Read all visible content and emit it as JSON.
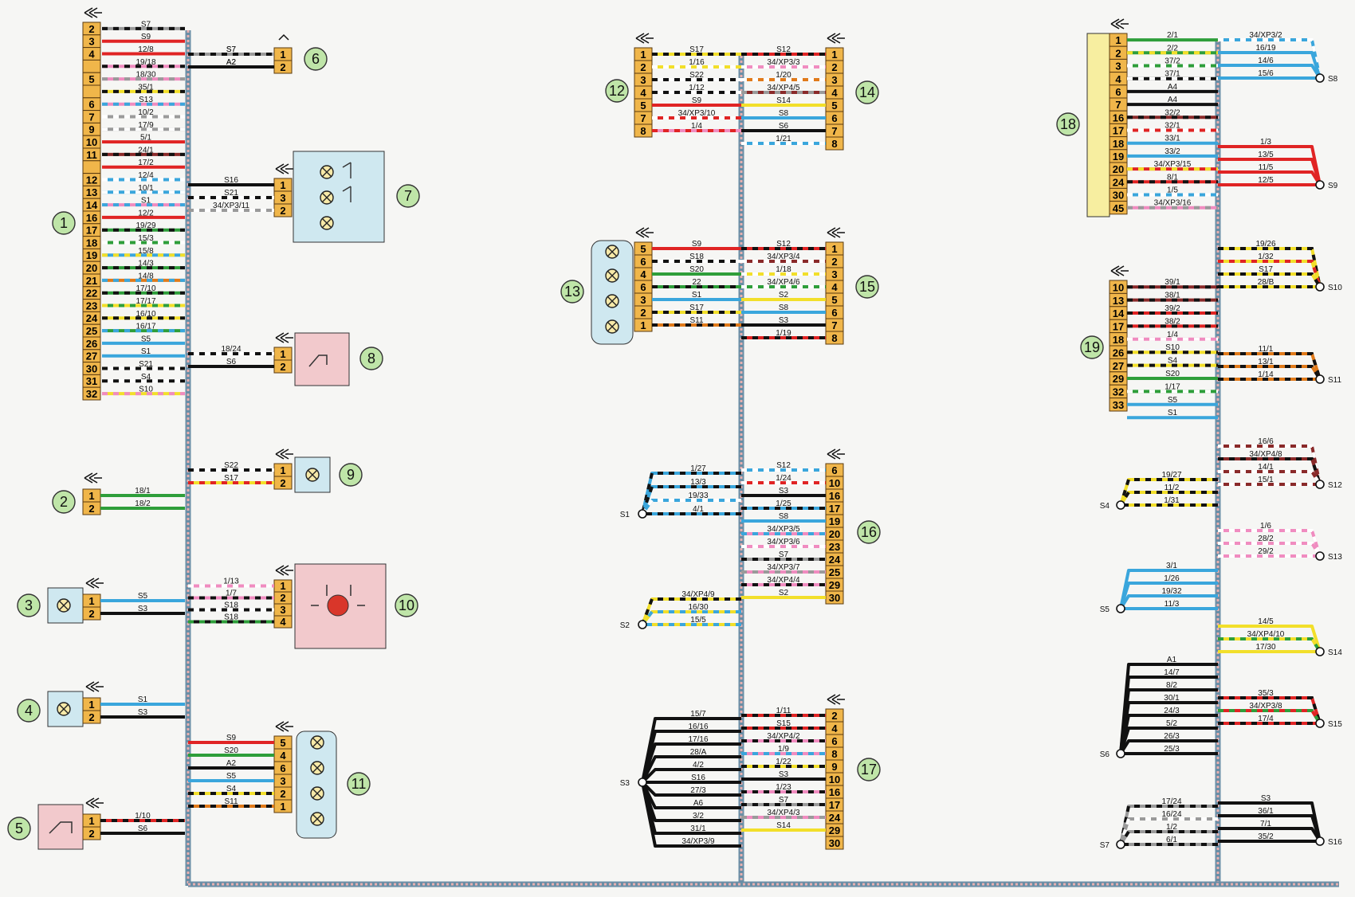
{
  "colors": {
    "R": "#e02424",
    "K": "#111111",
    "W": "#ffffff",
    "G": "#2e9e3a",
    "B": "#3aa6dc",
    "Y": "#f2df2a",
    "P": "#f08cc0",
    "N": "#8a2a2a",
    "O": "#e07a1a",
    "A": "#9a9a9a",
    "V": "#7a3da0",
    "pin": "#f0b64a",
    "bus": "#8ab0c8",
    "bubble": "#bfe5a8",
    "fixture": "#cfe8f0",
    "motor": "#f2c9cc"
  },
  "icons": [
    "lamp-icon",
    "switch-icon",
    "motor-icon",
    "connector-arrow-icon",
    "ground-node-icon"
  ],
  "blocks": [
    {
      "id": "1",
      "num": "1",
      "pins": [
        "2",
        "3",
        "4",
        "",
        "5",
        "",
        "6",
        "7",
        "9",
        "10",
        "11",
        "",
        "12",
        "13",
        "14",
        "16",
        "17",
        "18",
        "19",
        "20",
        "21",
        "22",
        "23",
        "24",
        "25",
        "26",
        "27",
        "30",
        "31",
        "32"
      ],
      "wires": [
        [
          "S7",
          "AK"
        ],
        [
          "S9",
          "RR"
        ],
        [
          "12/8",
          "RR"
        ],
        [
          "19/18",
          "PK"
        ],
        [
          "18/30",
          "PA"
        ],
        [
          "35/1",
          "YK"
        ],
        [
          "S13",
          "PB"
        ],
        [
          "10/2",
          "AW"
        ],
        [
          "17/9",
          "AW"
        ],
        [
          "5/1",
          "RR"
        ],
        [
          "24/1",
          "NK"
        ],
        [
          "17/2",
          "RR"
        ],
        [
          "12/4",
          "BW"
        ],
        [
          "10/1",
          "BW"
        ],
        [
          "S1",
          "PB"
        ],
        [
          "12/2",
          "RR"
        ],
        [
          "19/29",
          "GK"
        ],
        [
          "15/3",
          "GW"
        ],
        [
          "15/8",
          "BY"
        ],
        [
          "14/3",
          "GK"
        ],
        [
          "14/8",
          "OB"
        ],
        [
          "17/10",
          "GK"
        ],
        [
          "17/17",
          "GY"
        ],
        [
          "16/10",
          "YK"
        ],
        [
          "16/17",
          "GB"
        ],
        [
          "S5",
          "BB"
        ],
        [
          "S1",
          "BB"
        ],
        [
          "S21",
          "WK"
        ],
        [
          "S4",
          "WK"
        ],
        [
          "S10",
          "YP"
        ]
      ]
    },
    {
      "id": "2",
      "num": "2",
      "pins": [
        "1",
        "2"
      ],
      "wires": [
        [
          "18/1",
          "GG"
        ],
        [
          "18/2",
          "GG"
        ]
      ]
    },
    {
      "id": "3",
      "num": "3",
      "pins": [
        "1",
        "2"
      ],
      "wires": [
        [
          "S5",
          "BB"
        ],
        [
          "S3",
          "KK"
        ]
      ]
    },
    {
      "id": "4",
      "num": "4",
      "pins": [
        "1",
        "2"
      ],
      "wires": [
        [
          "S1",
          "BB"
        ],
        [
          "S3",
          "KK"
        ]
      ]
    },
    {
      "id": "5",
      "num": "5",
      "pins": [
        "1",
        "2"
      ],
      "wires": [
        [
          "1/10",
          "RK"
        ],
        [
          "S6",
          "KK"
        ]
      ]
    },
    {
      "id": "6",
      "num": "6",
      "pins": [
        "1",
        "2"
      ],
      "wires": [
        [
          "S7",
          "AK"
        ],
        [
          "A2",
          "KK"
        ]
      ]
    },
    {
      "id": "7",
      "num": "7",
      "pins": [
        "1",
        "3",
        "2"
      ],
      "wires": [
        [
          "S16",
          "KK"
        ],
        [
          "S21",
          "WK"
        ],
        [
          "34/XP3/11",
          "WA"
        ]
      ]
    },
    {
      "id": "8",
      "num": "8",
      "pins": [
        "1",
        "2"
      ],
      "wires": [
        [
          "18/24",
          "WK"
        ],
        [
          "S6",
          "KK"
        ]
      ]
    },
    {
      "id": "9",
      "num": "9",
      "pins": [
        "1",
        "2"
      ],
      "wires": [
        [
          "S22",
          "WK"
        ],
        [
          "S17",
          "YR"
        ]
      ]
    },
    {
      "id": "10",
      "num": "10",
      "pins": [
        "1",
        "2",
        "3",
        "4"
      ],
      "wires": [
        [
          "1/13",
          "PW"
        ],
        [
          "1/7",
          "PK"
        ],
        [
          "S18",
          "WK"
        ],
        [
          "S18",
          "KG"
        ]
      ]
    },
    {
      "id": "11",
      "num": "11",
      "pins": [
        "5",
        "4",
        "6",
        "3",
        "2",
        "1"
      ],
      "wires": [
        [
          "S9",
          "RR"
        ],
        [
          "S20",
          "GG"
        ],
        [
          "A2",
          "KK"
        ],
        [
          "S5",
          "BB"
        ],
        [
          "S4",
          "YK"
        ],
        [
          "S11",
          "OK"
        ]
      ]
    },
    {
      "id": "12",
      "num": "12",
      "pins": [
        "1",
        "2",
        "3",
        "4",
        "5",
        "7",
        "8"
      ],
      "wires": [
        [
          "S17",
          "YK"
        ],
        [
          "1/16",
          "YW"
        ],
        [
          "S22",
          "WK"
        ],
        [
          "1/12",
          "WK"
        ],
        [
          "S9",
          "RR"
        ],
        [
          "34/XP3/10",
          "RW"
        ],
        [
          "1/4",
          "PR"
        ]
      ]
    },
    {
      "id": "13",
      "num": "13",
      "pins": [
        "5",
        "6",
        "4",
        "6",
        "3",
        "2",
        "1"
      ],
      "wires": [
        [
          "S9",
          "RR"
        ],
        [
          "S18",
          "WK"
        ],
        [
          "S20",
          "GG"
        ],
        [
          "22",
          "GK"
        ],
        [
          "S1",
          "BB"
        ],
        [
          "S17",
          "YK"
        ],
        [
          "S11",
          "OK"
        ]
      ]
    },
    {
      "id": "14",
      "num": "14",
      "pins": [
        "1",
        "2",
        "3",
        "4",
        "5",
        "6",
        "7",
        "8"
      ],
      "wires": [
        [
          "S12",
          "RK"
        ],
        [
          "34/XP3/3",
          "PW"
        ],
        [
          "1/20",
          "OW"
        ],
        [
          "34/XP4/5",
          "NA"
        ],
        [
          "S14",
          "YY"
        ],
        [
          "S8",
          "BB"
        ],
        [
          "S6",
          "KK"
        ],
        [
          "1/21",
          "BW"
        ]
      ]
    },
    {
      "id": "15",
      "num": "15",
      "pins": [
        "1",
        "2",
        "3",
        "4",
        "5",
        "6",
        "7",
        "8"
      ],
      "wires": [
        [
          "S12",
          "RK"
        ],
        [
          "34/XP3/4",
          "NW"
        ],
        [
          "1/18",
          "YW"
        ],
        [
          "34/XP4/6",
          "GW"
        ],
        [
          "S2",
          "YY"
        ],
        [
          "S8",
          "BB"
        ],
        [
          "S3",
          "KK"
        ],
        [
          "1/19",
          "RK"
        ]
      ]
    },
    {
      "id": "16",
      "num": "16",
      "pins": [
        "6",
        "10",
        "16",
        "17",
        "19",
        "20",
        "23",
        "24",
        "25",
        "29",
        "30"
      ],
      "wires": [
        [
          "S12",
          "BW"
        ],
        [
          "1/24",
          "RW"
        ],
        [
          "S3",
          "KK"
        ],
        [
          "1/25",
          "BK"
        ],
        [
          "S8",
          "BB"
        ],
        [
          "34/XP3/5",
          "PB"
        ],
        [
          "34/XP3/6",
          "PW"
        ],
        [
          "S7",
          "AK"
        ],
        [
          "34/XP3/7",
          "PA"
        ],
        [
          "34/XP4/4",
          "PK"
        ],
        [
          "S2",
          "YY"
        ]
      ]
    },
    {
      "id": "17",
      "num": "17",
      "pins": [
        "2",
        "4",
        "6",
        "8",
        "9",
        "10",
        "16",
        "17",
        "24",
        "29",
        "30"
      ],
      "wires": [
        [
          "1/11",
          "RK"
        ],
        [
          "S15",
          "RK"
        ],
        [
          "34/XP4/2",
          "PK"
        ],
        [
          "1/9",
          "PB"
        ],
        [
          "1/22",
          "YK"
        ],
        [
          "S3",
          "KK"
        ],
        [
          "1/23",
          "PK"
        ],
        [
          "S7",
          "AK"
        ],
        [
          "34/XP4/3",
          "PA"
        ],
        [
          "S14",
          "YY"
        ]
      ]
    },
    {
      "id": "18",
      "num": "18",
      "pins": [
        "1",
        "2",
        "3",
        "4",
        "6",
        "7",
        "16",
        "17",
        "18",
        "19",
        "20",
        "24",
        "30",
        "45"
      ],
      "wires": [
        [
          "2/1",
          "GG"
        ],
        [
          "2/2",
          "GY"
        ],
        [
          "37/2",
          "GW"
        ],
        [
          "37/1",
          "KW"
        ],
        [
          "A4",
          "KK"
        ],
        [
          "A4",
          "KK"
        ],
        [
          "32/2",
          "NK"
        ],
        [
          "32/1",
          "RW"
        ],
        [
          "33/1",
          "BB"
        ],
        [
          "33/2",
          "BB"
        ],
        [
          "34/XP3/15",
          "RY"
        ],
        [
          "8/1",
          "RK"
        ],
        [
          "1/5",
          "BW"
        ],
        [
          "34/XP3/16",
          "PA"
        ]
      ]
    },
    {
      "id": "19",
      "num": "19",
      "pins": [
        "10",
        "13",
        "14",
        "17",
        "18",
        "26",
        "27",
        "29",
        "32",
        "33"
      ],
      "wires": [
        [
          "39/1",
          "NK"
        ],
        [
          "38/1",
          "NK"
        ],
        [
          "39/2",
          "RK"
        ],
        [
          "38/2",
          "RK"
        ],
        [
          "1/4",
          "PW"
        ],
        [
          "S10",
          "YK"
        ],
        [
          "S4",
          "YK"
        ],
        [
          "S20",
          "GG"
        ],
        [
          "1/17",
          "GW"
        ],
        [
          "S5",
          "BB"
        ],
        [
          "S1",
          "BB"
        ]
      ]
    }
  ],
  "junctions": [
    {
      "id": "S1",
      "wires": [
        [
          "1/27",
          "BK"
        ],
        [
          "13/3",
          "BK"
        ],
        [
          "19/33",
          "BW"
        ],
        [
          "4/1",
          "BK"
        ]
      ]
    },
    {
      "id": "S2",
      "wires": [
        [
          "34/XP4/9",
          "YK"
        ],
        [
          "16/30",
          "YB"
        ],
        [
          "15/5",
          "YB"
        ]
      ]
    },
    {
      "id": "S3",
      "wires": [
        [
          "15/7",
          "KK"
        ],
        [
          "16/16",
          "KK"
        ],
        [
          "17/16",
          "KK"
        ],
        [
          "28/A",
          "KK"
        ],
        [
          "4/2",
          "KK"
        ],
        [
          "S16",
          "KK"
        ],
        [
          "27/3",
          "KK"
        ],
        [
          "A6",
          "KK"
        ],
        [
          "3/2",
          "KK"
        ],
        [
          "31/1",
          "KK"
        ],
        [
          "34/XP3/9",
          "KK"
        ]
      ]
    },
    {
      "id": "S4",
      "wires": [
        [
          "19/27",
          "YK"
        ],
        [
          "11/2",
          "YK"
        ],
        [
          "1/31",
          "YK"
        ]
      ]
    },
    {
      "id": "S5",
      "wires": [
        [
          "3/1",
          "BB"
        ],
        [
          "1/26",
          "BB"
        ],
        [
          "19/32",
          "BB"
        ],
        [
          "11/3",
          "BB"
        ]
      ]
    },
    {
      "id": "S6",
      "wires": [
        [
          "A1",
          "KK"
        ],
        [
          "14/7",
          "KK"
        ],
        [
          "8/2",
          "KK"
        ],
        [
          "30/1",
          "KK"
        ],
        [
          "24/3",
          "KK"
        ],
        [
          "5/2",
          "KK"
        ],
        [
          "26/3",
          "KK"
        ],
        [
          "25/3",
          "KK"
        ]
      ]
    },
    {
      "id": "S7",
      "wires": [
        [
          "17/24",
          "AK"
        ],
        [
          "16/24",
          "AW"
        ],
        [
          "1/2",
          "AK"
        ],
        [
          "6/1",
          "AK"
        ]
      ]
    },
    {
      "id": "S8",
      "wires": [
        [
          "34/XP3/2",
          "BW"
        ],
        [
          "16/19",
          "BB"
        ],
        [
          "14/6",
          "BB"
        ],
        [
          "15/6",
          "BB"
        ]
      ]
    },
    {
      "id": "S9",
      "wires": [
        [
          "1/3",
          "RR"
        ],
        [
          "13/5",
          "RR"
        ],
        [
          "11/5",
          "RR"
        ],
        [
          "12/5",
          "RR"
        ]
      ]
    },
    {
      "id": "S10",
      "wires": [
        [
          "19/26",
          "YK"
        ],
        [
          "1/32",
          "YR"
        ],
        [
          "S17",
          "YK"
        ],
        [
          "28/B",
          "YK"
        ]
      ]
    },
    {
      "id": "S11",
      "wires": [
        [
          "11/1",
          "OK"
        ],
        [
          "13/1",
          "OK"
        ],
        [
          "1/14",
          "OK"
        ]
      ]
    },
    {
      "id": "S12",
      "wires": [
        [
          "16/6",
          "NW"
        ],
        [
          "34/XP4/8",
          "NK"
        ],
        [
          "14/1",
          "NW"
        ],
        [
          "15/1",
          "NW"
        ]
      ]
    },
    {
      "id": "S13",
      "wires": [
        [
          "1/6",
          "PW"
        ],
        [
          "28/2",
          "PW"
        ],
        [
          "29/2",
          "PW"
        ]
      ]
    },
    {
      "id": "S14",
      "wires": [
        [
          "14/5",
          "YY"
        ],
        [
          "34/XP4/10",
          "YG"
        ],
        [
          "17/30",
          "YY"
        ]
      ]
    },
    {
      "id": "S15",
      "wires": [
        [
          "35/3",
          "RK"
        ],
        [
          "34/XP3/8",
          "RG"
        ],
        [
          "17/4",
          "RK"
        ]
      ]
    },
    {
      "id": "S16",
      "wires": [
        [
          "S3",
          "KK"
        ],
        [
          "36/1",
          "KK"
        ],
        [
          "7/1",
          "KK"
        ],
        [
          "35/2",
          "KK"
        ]
      ]
    }
  ]
}
